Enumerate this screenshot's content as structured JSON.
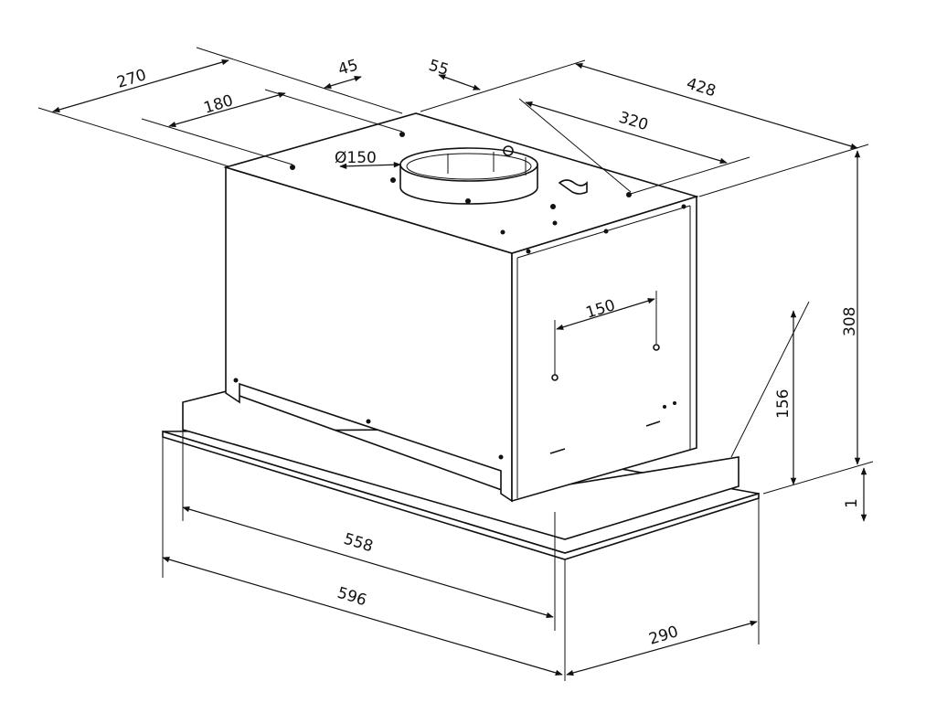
{
  "dimensions": {
    "d270": "270",
    "d45": "45",
    "d55": "55",
    "d428": "428",
    "d180": "180",
    "d320": "320",
    "diameter": "Ø150",
    "d150": "150",
    "d308": "308",
    "d156": "156",
    "d1": "1",
    "d558": "558",
    "d596": "596",
    "d290": "290"
  }
}
